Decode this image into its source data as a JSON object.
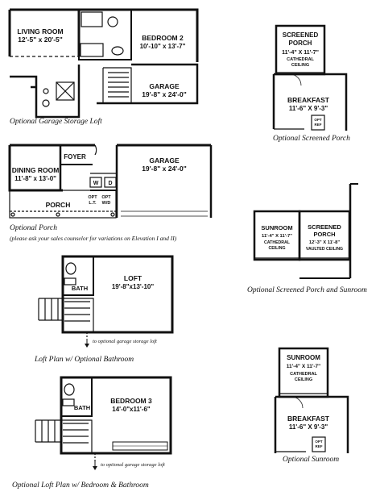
{
  "plans": {
    "garage_loft": {
      "living_name": "LIVING ROOM",
      "living_dim": "12'-5\" x 20'-5\"",
      "bed2_name": "BEDROOM 2",
      "bed2_dim": "10'-10\" x 13'-7\"",
      "garage_name": "GARAGE",
      "garage_dim": "19'-8\" x 24'-0\"",
      "caption": "Optional Garage Storage Loft"
    },
    "screened_porch": {
      "porch_line1": "SCREENED",
      "porch_line2": "PORCH",
      "porch_dim": "11'-4\" X 11'-7\"",
      "ceiling1": "CATHEDRAL",
      "ceiling2": "CEILING",
      "breakfast_name": "BREAKFAST",
      "breakfast_dim": "11'-6\" X 9'-3\"",
      "pantry1": "OPT",
      "pantry2": "REF",
      "caption": "Optional Screened Porch"
    },
    "porch": {
      "foyer": "FOYER",
      "dining_name": "DINING ROOM",
      "dining_dim": "11'-8\" x 13'-0\"",
      "garage_name": "GARAGE",
      "garage_dim": "19'-8\" x 24'-0\"",
      "porch": "PORCH",
      "w": "W",
      "d": "D",
      "opt_lt1": "OPT",
      "opt_lt2": "L.T.",
      "opt_wd1": "OPT",
      "opt_wd2": "W/D",
      "caption": "Optional Porch",
      "note": "(please ask your sales counselor for variations on Elevation I and II)"
    },
    "sunroom_porch": {
      "sun_name": "SUNROOM",
      "sun_dim": "11'-4\" X 11'-7\"",
      "sun_ceil1": "CATHEDRAL",
      "sun_ceil2": "CEILING",
      "porch_line1": "SCREENED",
      "porch_line2": "PORCH",
      "porch_dim": "12'-3\" X 11'-8\"",
      "porch_ceil": "VAULTED CEILING",
      "caption": "Optional Screened Porch and Sunroom"
    },
    "loft_bath": {
      "bath": "BATH",
      "loft_name": "LOFT",
      "loft_dim": "19'-8\"x13'-10\"",
      "arrow_note": "to optional garage storage loft",
      "caption": "Loft Plan w/ Optional Bathroom"
    },
    "sunroom": {
      "sun_name": "SUNROOM",
      "sun_dim": "11'-4\" X 11'-7\"",
      "ceil1": "CATHEDRAL",
      "ceil2": "CEILING",
      "breakfast_name": "BREAKFAST",
      "breakfast_dim": "11'-6\" X 9'-3\"",
      "pantry1": "OPT",
      "pantry2": "REF",
      "caption": "Optional Sunroom"
    },
    "loft_bed_bath": {
      "bath": "BATH",
      "bed_name": "BEDROOM 3",
      "bed_dim": "14'-0\"x11'-6\"",
      "arrow_note": "to optional garage storage loft",
      "caption": "Optional Loft Plan w/ Bedroom & Bathroom"
    }
  },
  "colors": {
    "ink": "#111111",
    "background": "#ffffff"
  }
}
